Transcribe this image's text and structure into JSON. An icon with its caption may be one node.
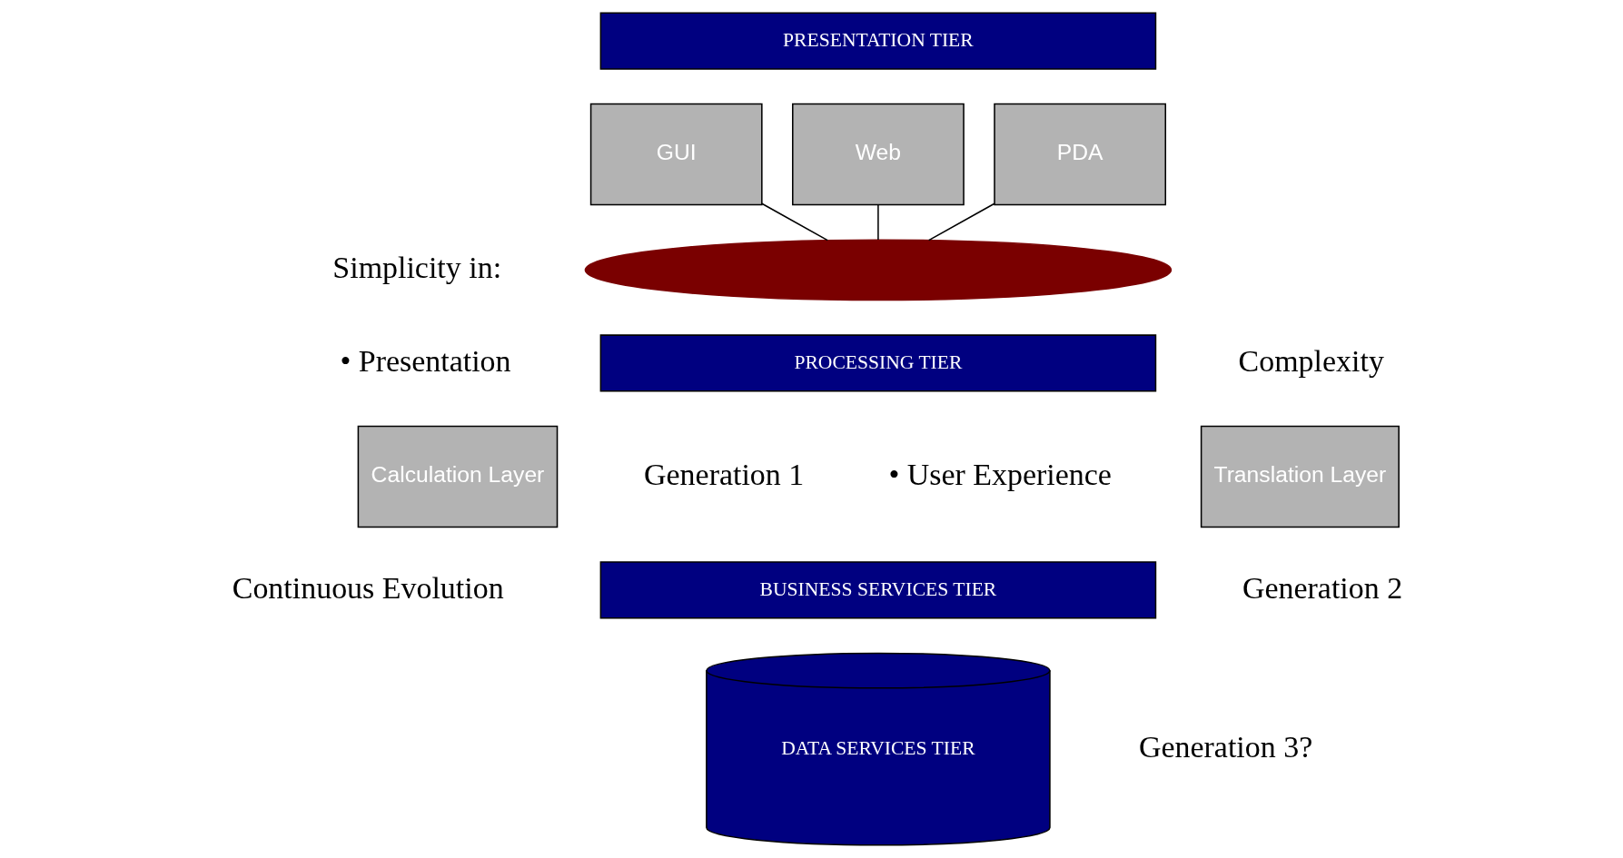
{
  "diagram": {
    "nodes": [
      {
        "text": [
          "PRESENTATION TIER"
        ]
      },
      {
        "text": [
          "GUI"
        ]
      },
      {
        "text": [
          "Web"
        ]
      },
      {
        "text": [
          "PDA"
        ]
      },
      {
        "text": [],
        "shape": "arch"
      },
      {
        "text": [
          "PROCESSING TIER"
        ]
      },
      {
        "text": [
          "Translation Layer"
        ]
      },
      {
        "text": [
          "Calculation Layer"
        ]
      },
      {
        "text": [
          "BUSINESS SERVICES TIER"
        ]
      },
      {
        "text": [
          "DATA SERVICES TIER"
        ]
      }
    ],
    "edges": [
      {
        "from": 1,
        "to": 4,
        "arrow": "none"
      },
      {
        "from": 2,
        "to": 4,
        "arrow": "none"
      },
      {
        "from": 3,
        "to": 4,
        "arrow": "none"
      }
    ],
    "labels": [
      "Simplicity in:",
      "• Presentation",
      "• User Experience",
      "Complexity",
      "Generation 1",
      "Continuous Evolution",
      "Generation 2",
      "Generation 3?"
    ]
  }
}
